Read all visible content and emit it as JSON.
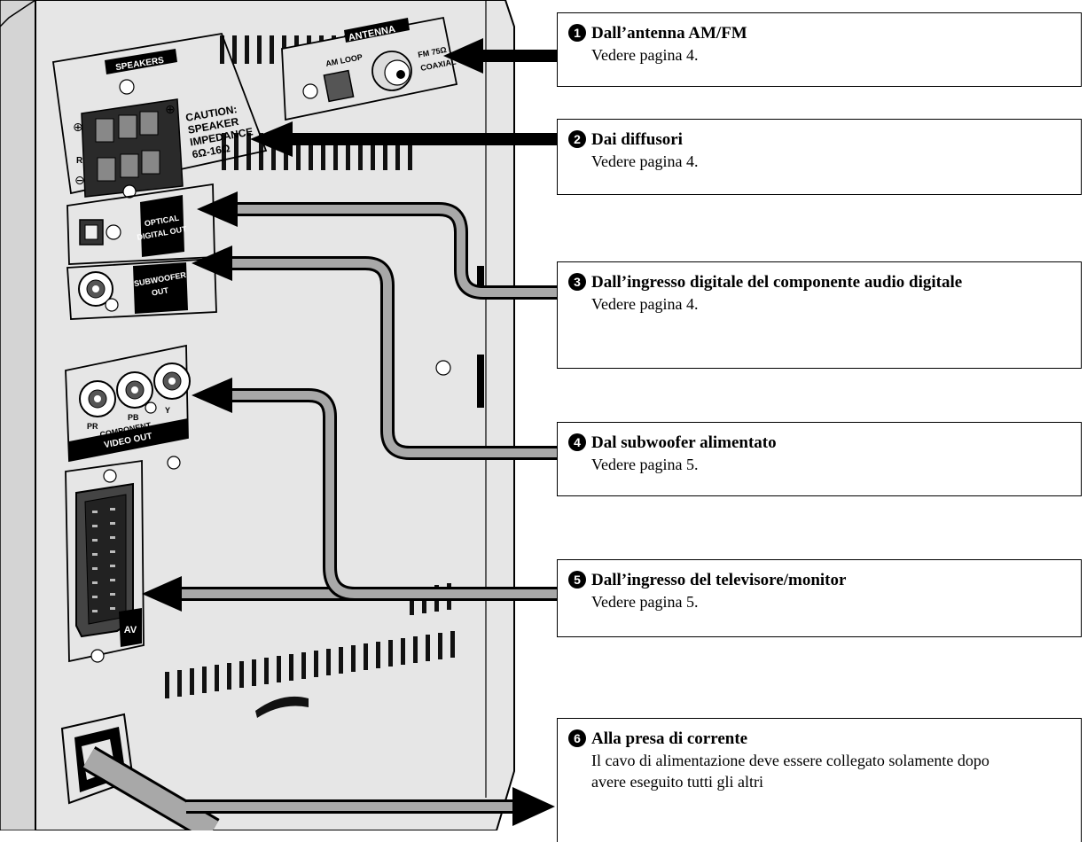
{
  "panel_labels": {
    "speakers": "SPEAKERS",
    "antenna": "ANTENNA",
    "am_loop": "AM   LOOP",
    "fm": "FM 75Ω",
    "coaxial": "COAXIAL",
    "caution_1": "CAUTION:",
    "caution_2": "SPEAKER",
    "caution_3": "IMPEDANCE",
    "caution_4": "6Ω-16Ω",
    "r": "R",
    "optical_1": "OPTICAL",
    "optical_2": "DIGITAL OUT",
    "subwoofer_1": "SUBWOOFER",
    "subwoofer_2": "OUT",
    "pr": "PR",
    "pb": "PB",
    "y": "Y",
    "component": "COMPONENT",
    "video_out": "VIDEO OUT",
    "av": "AV"
  },
  "callouts": [
    {
      "num": "1",
      "title": "Dall’antenna AM/FM",
      "sub": "Vedere pagina 4."
    },
    {
      "num": "2",
      "title": "Dai diffusori",
      "sub": "Vedere pagina 4."
    },
    {
      "num": "3",
      "title": "Dall’ingresso digitale del componente audio digitale",
      "sub": "Vedere pagina 4."
    },
    {
      "num": "4",
      "title": "Dal subwoofer alimentato",
      "sub": "Vedere pagina 5."
    },
    {
      "num": "5",
      "title": "Dall’ingresso del televisore/monitor",
      "sub": "Vedere pagina 5."
    },
    {
      "num": "6",
      "title": "Alla presa di corrente",
      "sub": "Il cavo di alimentazione deve essere collegato solamente dopo avere eseguito tutti gli altri"
    }
  ],
  "colors": {
    "panel": "#e6e6e6",
    "line": "#000000",
    "cable": "#a8a8a8"
  }
}
